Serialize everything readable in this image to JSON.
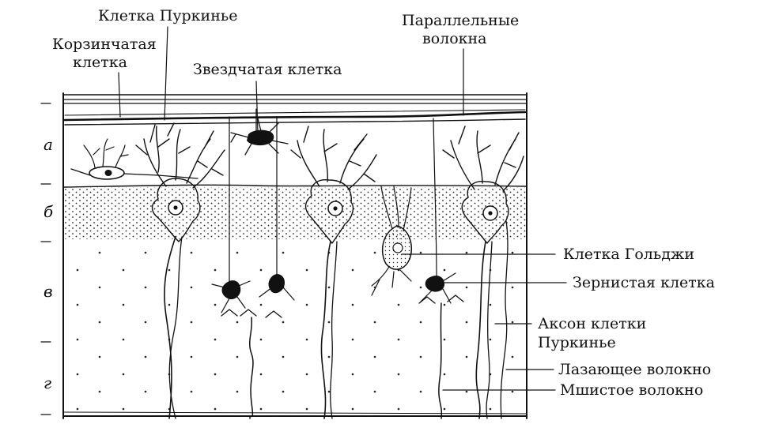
{
  "labels": {
    "purkinje_cell": "Клетка Пуркинье",
    "basket_cell_1": "Корзинчатая",
    "basket_cell_2": "клетка",
    "stellate_cell": "Звездчатая клетка",
    "parallel_fibers_1": "Параллельные",
    "parallel_fibers_2": "волокна",
    "golgi_cell": "Клетка Гольджи",
    "granule_cell": "Зернистая клетка",
    "purkinje_axon_1": "Аксон клетки",
    "purkinje_axon_2": "Пуркинье",
    "climbing_fiber": "Лазающее волокно",
    "mossy_fiber": "Мшистое волокно"
  },
  "layers": {
    "a": "а",
    "b": "б",
    "v": "в",
    "g": "г"
  }
}
